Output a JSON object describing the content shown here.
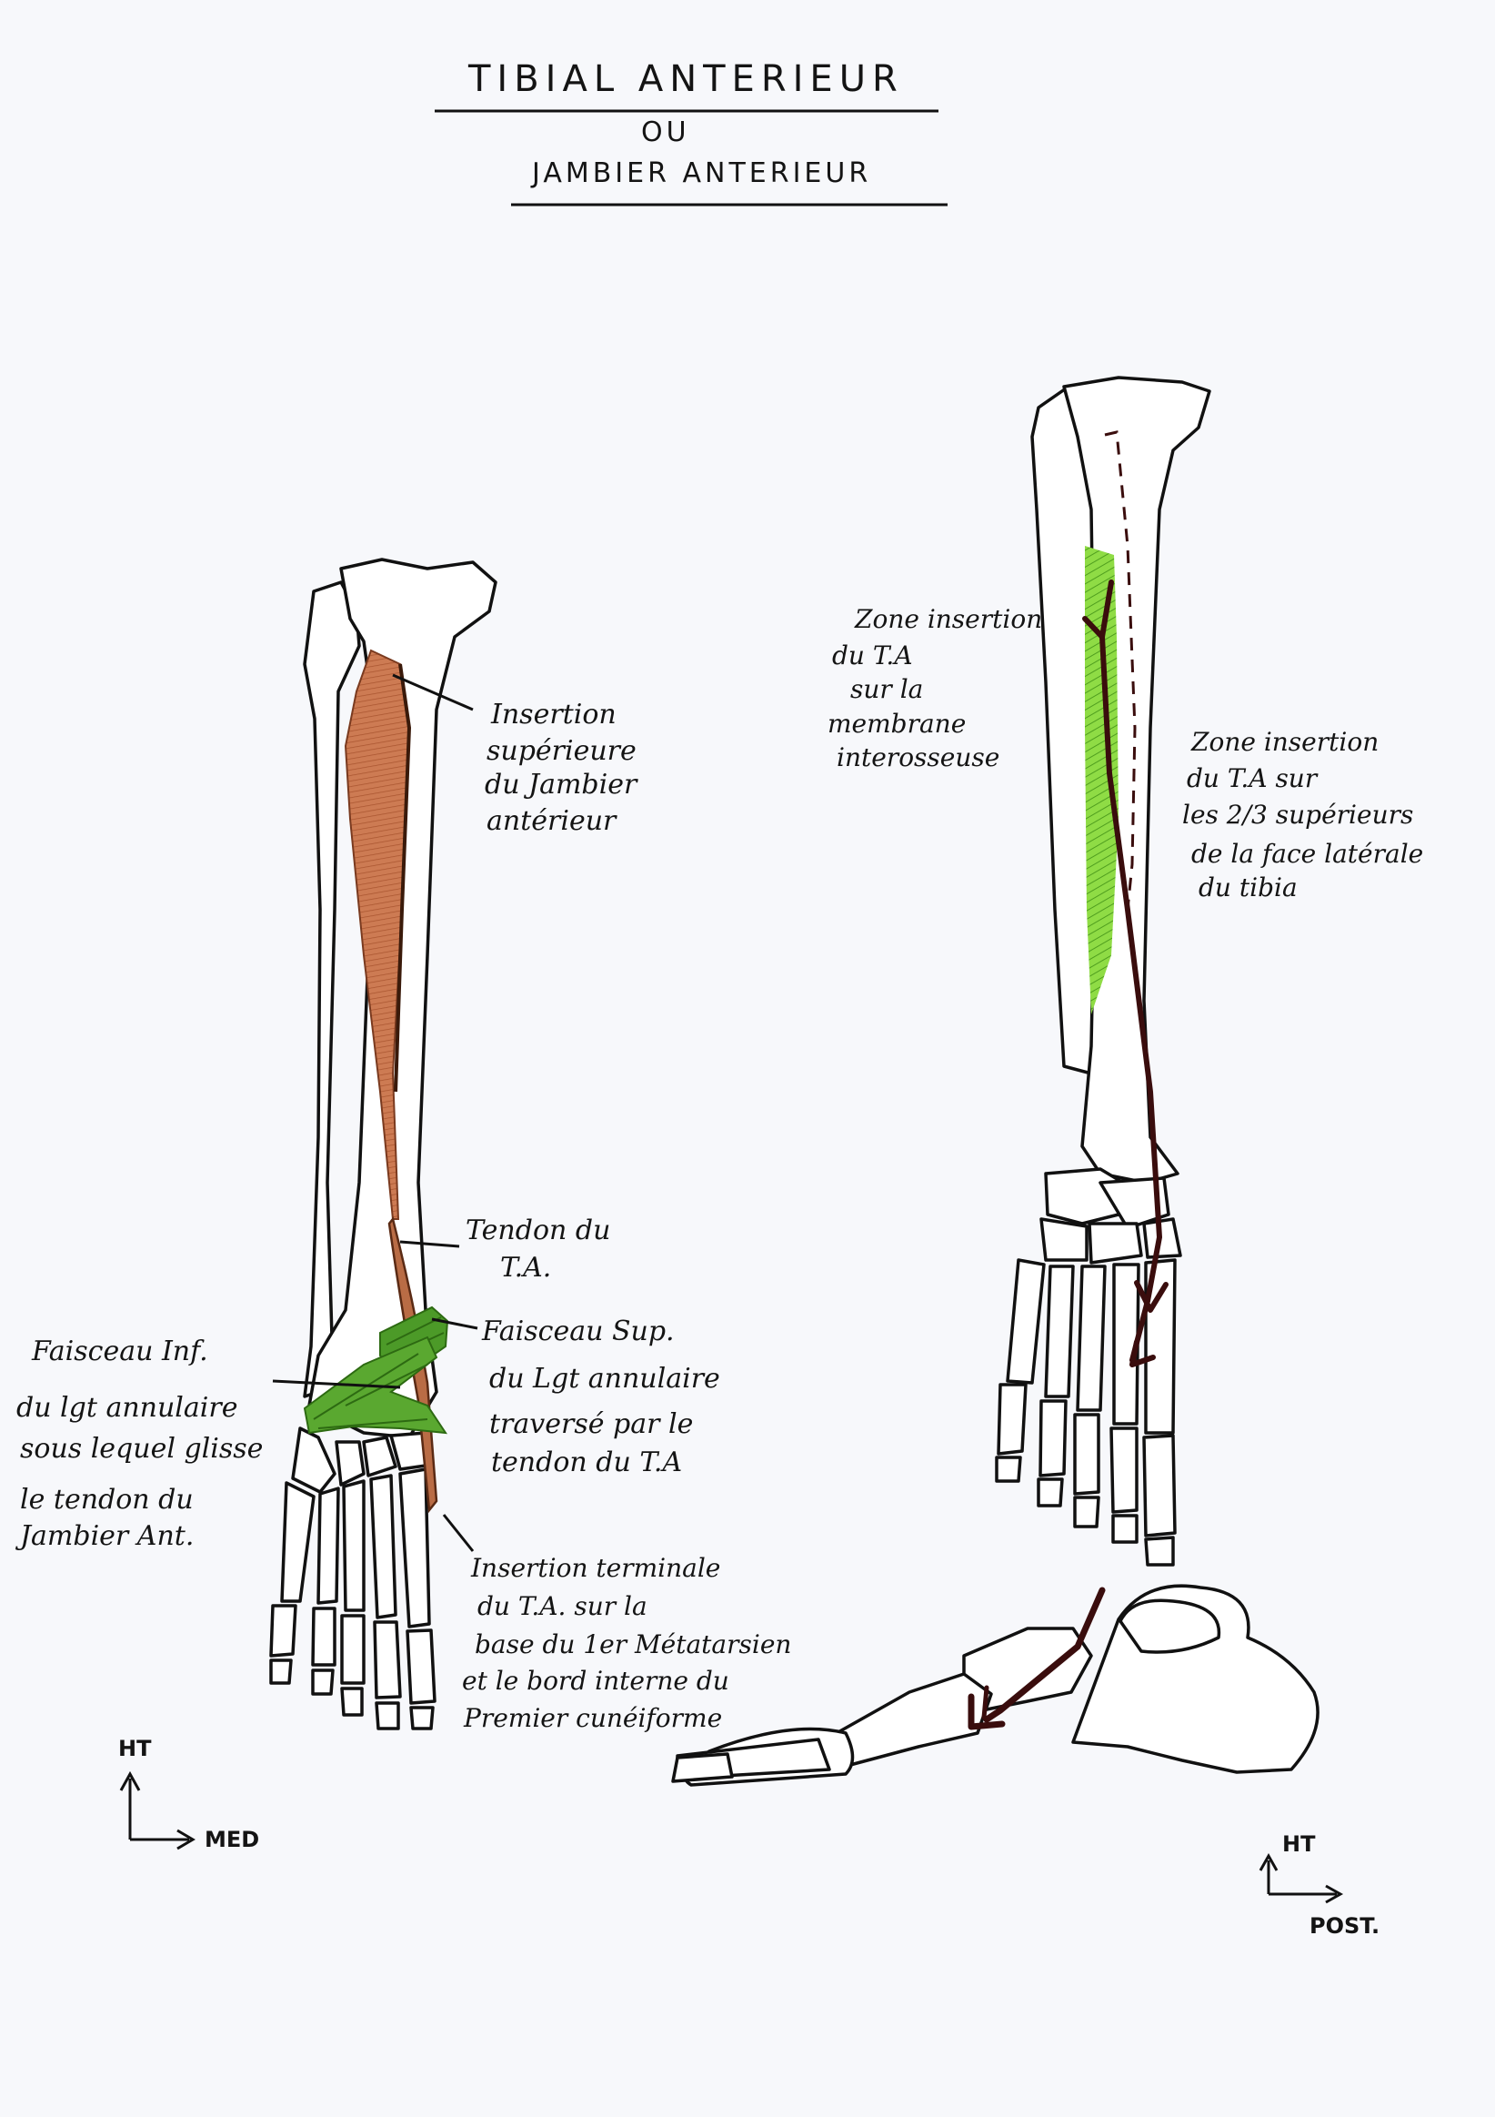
{
  "title": {
    "main": "TIBIAL ANTERIEUR",
    "or": "OU",
    "alt": "JAMBIER ANTERIEUR"
  },
  "anterior_view": {
    "labels": {
      "insertion_sup": [
        "Insertion",
        "supérieure",
        "du Jambier",
        "antérieur"
      ],
      "tendon": [
        "Tendon du",
        "T.A."
      ],
      "faisceau_sup": [
        "Faisceau Sup.",
        "du Lgt annulaire",
        "traversé par le",
        "tendon du T.A"
      ],
      "faisceau_inf": [
        "Faisceau Inf.",
        "du lgt annulaire",
        "sous lequel glisse",
        "le tendon du",
        "Jambier Ant."
      ],
      "insertion_term": [
        "Insertion terminale",
        "du T.A. sur la",
        "base du 1er Métatarsien",
        "et le bord interne du",
        "Premier cunéiforme"
      ]
    },
    "axis": {
      "up": "HT",
      "right": "MED"
    }
  },
  "lateral_view": {
    "labels": {
      "zone_membrane": [
        "Zone insertion",
        "du T.A",
        "sur la",
        "membrane",
        "interosseuse"
      ],
      "zone_tibia": [
        "Zone insertion",
        "du T.A sur",
        "les 2/3 supérieurs",
        "de la face latérale",
        "du tibia"
      ]
    },
    "axis": {
      "up": "HT",
      "right": "POST."
    }
  },
  "colors": {
    "muscle": "#c9754e",
    "muscle_dark": "#7a3a1f",
    "ligament": "#4d9a2a",
    "insertion_zone": "#7fd43a",
    "tendon_path": "#3a0d0d",
    "ink": "#111111"
  }
}
